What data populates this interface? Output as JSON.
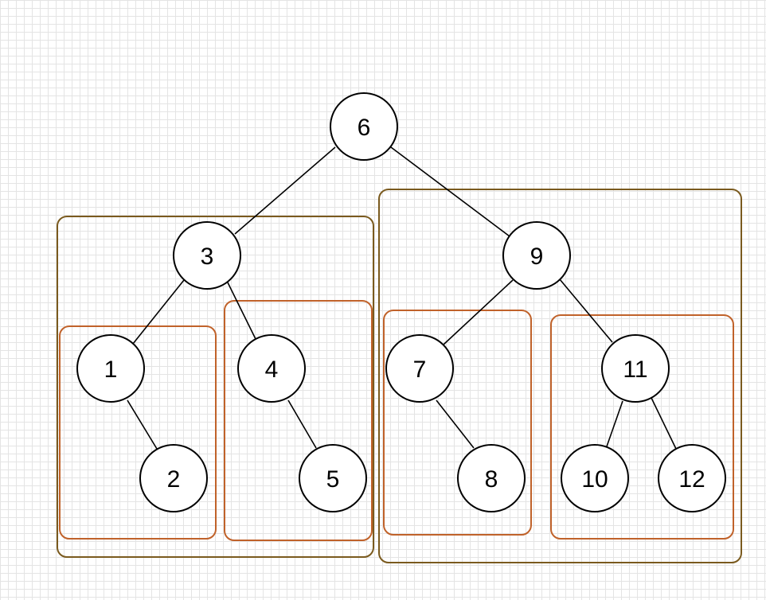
{
  "diagram": {
    "colors": {
      "edge": "#000000",
      "node_fill": "#ffffff",
      "node_stroke": "#000000",
      "subtree_outer": "#7a5a1e",
      "subtree_inner": "#c0622a"
    },
    "nodes": {
      "n6": "6",
      "n3": "3",
      "n9": "9",
      "n1": "1",
      "n4": "4",
      "n7": "7",
      "n11": "11",
      "n2": "2",
      "n5": "5",
      "n8": "8",
      "n10": "10",
      "n12": "12"
    }
  }
}
